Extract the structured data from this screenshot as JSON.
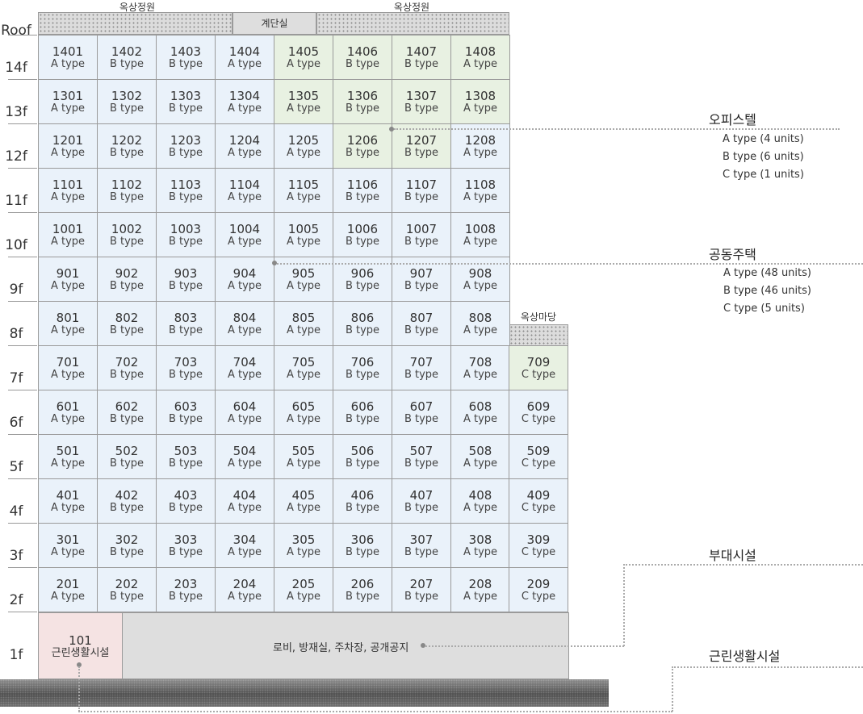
{
  "roof": {
    "garden_left": "옥상정원",
    "stairwell": "계단실",
    "garden_right": "옥상정원",
    "terrace": "옥상마당"
  },
  "floor_labels": [
    "Roof",
    "14f",
    "13f",
    "12f",
    "11f",
    "10f",
    "9f",
    "8f",
    "7f",
    "6f",
    "5f",
    "4f",
    "3f",
    "2f",
    "1f"
  ],
  "type_labels": {
    "A": "A type",
    "B": "B type",
    "C": "C type"
  },
  "floors": [
    {
      "floor": 14,
      "units": [
        {
          "no": "1401",
          "type": "A",
          "use": "housing"
        },
        {
          "no": "1402",
          "type": "B",
          "use": "housing"
        },
        {
          "no": "1403",
          "type": "B",
          "use": "housing"
        },
        {
          "no": "1404",
          "type": "A",
          "use": "housing"
        },
        {
          "no": "1405",
          "type": "A",
          "use": "office"
        },
        {
          "no": "1406",
          "type": "B",
          "use": "office"
        },
        {
          "no": "1407",
          "type": "B",
          "use": "office"
        },
        {
          "no": "1408",
          "type": "A",
          "use": "office"
        }
      ]
    },
    {
      "floor": 13,
      "units": [
        {
          "no": "1301",
          "type": "A",
          "use": "housing"
        },
        {
          "no": "1302",
          "type": "B",
          "use": "housing"
        },
        {
          "no": "1303",
          "type": "B",
          "use": "housing"
        },
        {
          "no": "1304",
          "type": "A",
          "use": "housing"
        },
        {
          "no": "1305",
          "type": "A",
          "use": "office"
        },
        {
          "no": "1306",
          "type": "B",
          "use": "office"
        },
        {
          "no": "1307",
          "type": "B",
          "use": "office"
        },
        {
          "no": "1308",
          "type": "A",
          "use": "office"
        }
      ]
    },
    {
      "floor": 12,
      "units": [
        {
          "no": "1201",
          "type": "A",
          "use": "housing"
        },
        {
          "no": "1202",
          "type": "B",
          "use": "housing"
        },
        {
          "no": "1203",
          "type": "B",
          "use": "housing"
        },
        {
          "no": "1204",
          "type": "A",
          "use": "housing"
        },
        {
          "no": "1205",
          "type": "A",
          "use": "housing"
        },
        {
          "no": "1206",
          "type": "B",
          "use": "office"
        },
        {
          "no": "1207",
          "type": "B",
          "use": "office"
        },
        {
          "no": "1208",
          "type": "A",
          "use": "housing"
        }
      ]
    },
    {
      "floor": 11,
      "units": [
        {
          "no": "1101",
          "type": "A",
          "use": "housing"
        },
        {
          "no": "1102",
          "type": "B",
          "use": "housing"
        },
        {
          "no": "1103",
          "type": "B",
          "use": "housing"
        },
        {
          "no": "1104",
          "type": "A",
          "use": "housing"
        },
        {
          "no": "1105",
          "type": "A",
          "use": "housing"
        },
        {
          "no": "1106",
          "type": "B",
          "use": "housing"
        },
        {
          "no": "1107",
          "type": "B",
          "use": "housing"
        },
        {
          "no": "1108",
          "type": "A",
          "use": "housing"
        }
      ]
    },
    {
      "floor": 10,
      "units": [
        {
          "no": "1001",
          "type": "A",
          "use": "housing"
        },
        {
          "no": "1002",
          "type": "B",
          "use": "housing"
        },
        {
          "no": "1003",
          "type": "B",
          "use": "housing"
        },
        {
          "no": "1004",
          "type": "A",
          "use": "housing"
        },
        {
          "no": "1005",
          "type": "A",
          "use": "housing"
        },
        {
          "no": "1006",
          "type": "B",
          "use": "housing"
        },
        {
          "no": "1007",
          "type": "B",
          "use": "housing"
        },
        {
          "no": "1008",
          "type": "A",
          "use": "housing"
        }
      ]
    },
    {
      "floor": 9,
      "units": [
        {
          "no": "901",
          "type": "A",
          "use": "housing"
        },
        {
          "no": "902",
          "type": "B",
          "use": "housing"
        },
        {
          "no": "903",
          "type": "B",
          "use": "housing"
        },
        {
          "no": "904",
          "type": "A",
          "use": "housing"
        },
        {
          "no": "905",
          "type": "A",
          "use": "housing"
        },
        {
          "no": "906",
          "type": "B",
          "use": "housing"
        },
        {
          "no": "907",
          "type": "B",
          "use": "housing"
        },
        {
          "no": "908",
          "type": "A",
          "use": "housing"
        }
      ]
    },
    {
      "floor": 8,
      "units": [
        {
          "no": "801",
          "type": "A",
          "use": "housing"
        },
        {
          "no": "802",
          "type": "B",
          "use": "housing"
        },
        {
          "no": "803",
          "type": "B",
          "use": "housing"
        },
        {
          "no": "804",
          "type": "A",
          "use": "housing"
        },
        {
          "no": "805",
          "type": "A",
          "use": "housing"
        },
        {
          "no": "806",
          "type": "B",
          "use": "housing"
        },
        {
          "no": "807",
          "type": "B",
          "use": "housing"
        },
        {
          "no": "808",
          "type": "A",
          "use": "housing"
        }
      ]
    },
    {
      "floor": 7,
      "units": [
        {
          "no": "701",
          "type": "A",
          "use": "housing"
        },
        {
          "no": "702",
          "type": "B",
          "use": "housing"
        },
        {
          "no": "703",
          "type": "B",
          "use": "housing"
        },
        {
          "no": "704",
          "type": "A",
          "use": "housing"
        },
        {
          "no": "705",
          "type": "A",
          "use": "housing"
        },
        {
          "no": "706",
          "type": "B",
          "use": "housing"
        },
        {
          "no": "707",
          "type": "B",
          "use": "housing"
        },
        {
          "no": "708",
          "type": "A",
          "use": "housing"
        },
        {
          "no": "709",
          "type": "C",
          "use": "office"
        }
      ]
    },
    {
      "floor": 6,
      "units": [
        {
          "no": "601",
          "type": "A",
          "use": "housing"
        },
        {
          "no": "602",
          "type": "B",
          "use": "housing"
        },
        {
          "no": "603",
          "type": "B",
          "use": "housing"
        },
        {
          "no": "604",
          "type": "A",
          "use": "housing"
        },
        {
          "no": "605",
          "type": "A",
          "use": "housing"
        },
        {
          "no": "606",
          "type": "B",
          "use": "housing"
        },
        {
          "no": "607",
          "type": "B",
          "use": "housing"
        },
        {
          "no": "608",
          "type": "A",
          "use": "housing"
        },
        {
          "no": "609",
          "type": "C",
          "use": "housing"
        }
      ]
    },
    {
      "floor": 5,
      "units": [
        {
          "no": "501",
          "type": "A",
          "use": "housing"
        },
        {
          "no": "502",
          "type": "B",
          "use": "housing"
        },
        {
          "no": "503",
          "type": "B",
          "use": "housing"
        },
        {
          "no": "504",
          "type": "A",
          "use": "housing"
        },
        {
          "no": "505",
          "type": "A",
          "use": "housing"
        },
        {
          "no": "506",
          "type": "B",
          "use": "housing"
        },
        {
          "no": "507",
          "type": "B",
          "use": "housing"
        },
        {
          "no": "508",
          "type": "A",
          "use": "housing"
        },
        {
          "no": "509",
          "type": "C",
          "use": "housing"
        }
      ]
    },
    {
      "floor": 4,
      "units": [
        {
          "no": "401",
          "type": "A",
          "use": "housing"
        },
        {
          "no": "402",
          "type": "B",
          "use": "housing"
        },
        {
          "no": "403",
          "type": "B",
          "use": "housing"
        },
        {
          "no": "404",
          "type": "A",
          "use": "housing"
        },
        {
          "no": "405",
          "type": "A",
          "use": "housing"
        },
        {
          "no": "406",
          "type": "B",
          "use": "housing"
        },
        {
          "no": "407",
          "type": "B",
          "use": "housing"
        },
        {
          "no": "408",
          "type": "A",
          "use": "housing"
        },
        {
          "no": "409",
          "type": "C",
          "use": "housing"
        }
      ]
    },
    {
      "floor": 3,
      "units": [
        {
          "no": "301",
          "type": "A",
          "use": "housing"
        },
        {
          "no": "302",
          "type": "B",
          "use": "housing"
        },
        {
          "no": "303",
          "type": "B",
          "use": "housing"
        },
        {
          "no": "304",
          "type": "A",
          "use": "housing"
        },
        {
          "no": "305",
          "type": "A",
          "use": "housing"
        },
        {
          "no": "306",
          "type": "B",
          "use": "housing"
        },
        {
          "no": "307",
          "type": "B",
          "use": "housing"
        },
        {
          "no": "308",
          "type": "A",
          "use": "housing"
        },
        {
          "no": "309",
          "type": "C",
          "use": "housing"
        }
      ]
    },
    {
      "floor": 2,
      "units": [
        {
          "no": "201",
          "type": "A",
          "use": "housing"
        },
        {
          "no": "202",
          "type": "B",
          "use": "housing"
        },
        {
          "no": "203",
          "type": "B",
          "use": "housing"
        },
        {
          "no": "204",
          "type": "A",
          "use": "housing"
        },
        {
          "no": "205",
          "type": "A",
          "use": "housing"
        },
        {
          "no": "206",
          "type": "B",
          "use": "housing"
        },
        {
          "no": "207",
          "type": "B",
          "use": "housing"
        },
        {
          "no": "208",
          "type": "A",
          "use": "housing"
        },
        {
          "no": "209",
          "type": "C",
          "use": "housing"
        }
      ]
    }
  ],
  "ground_floor": {
    "retail_unit_no": "101",
    "retail_unit_label": "근린생활시설",
    "facilities_label": "로비, 방재실, 주차장, 공개공지"
  },
  "legend": {
    "office": {
      "title": "오피스텔",
      "items": [
        "A type (4 units)",
        "B type (6 units)",
        "C type (1 units)"
      ]
    },
    "housing": {
      "title": "공동주택",
      "items": [
        "A type (48 units)",
        "B type (46 units)",
        "C type (5 units)"
      ]
    },
    "support": {
      "title": "부대시설"
    },
    "retail": {
      "title": "근린생활시설"
    }
  },
  "colors": {
    "housing": "#eaf2fa",
    "office": "#e8f1e2",
    "retail": "#f5e3e3",
    "facilities": "#dedede"
  }
}
